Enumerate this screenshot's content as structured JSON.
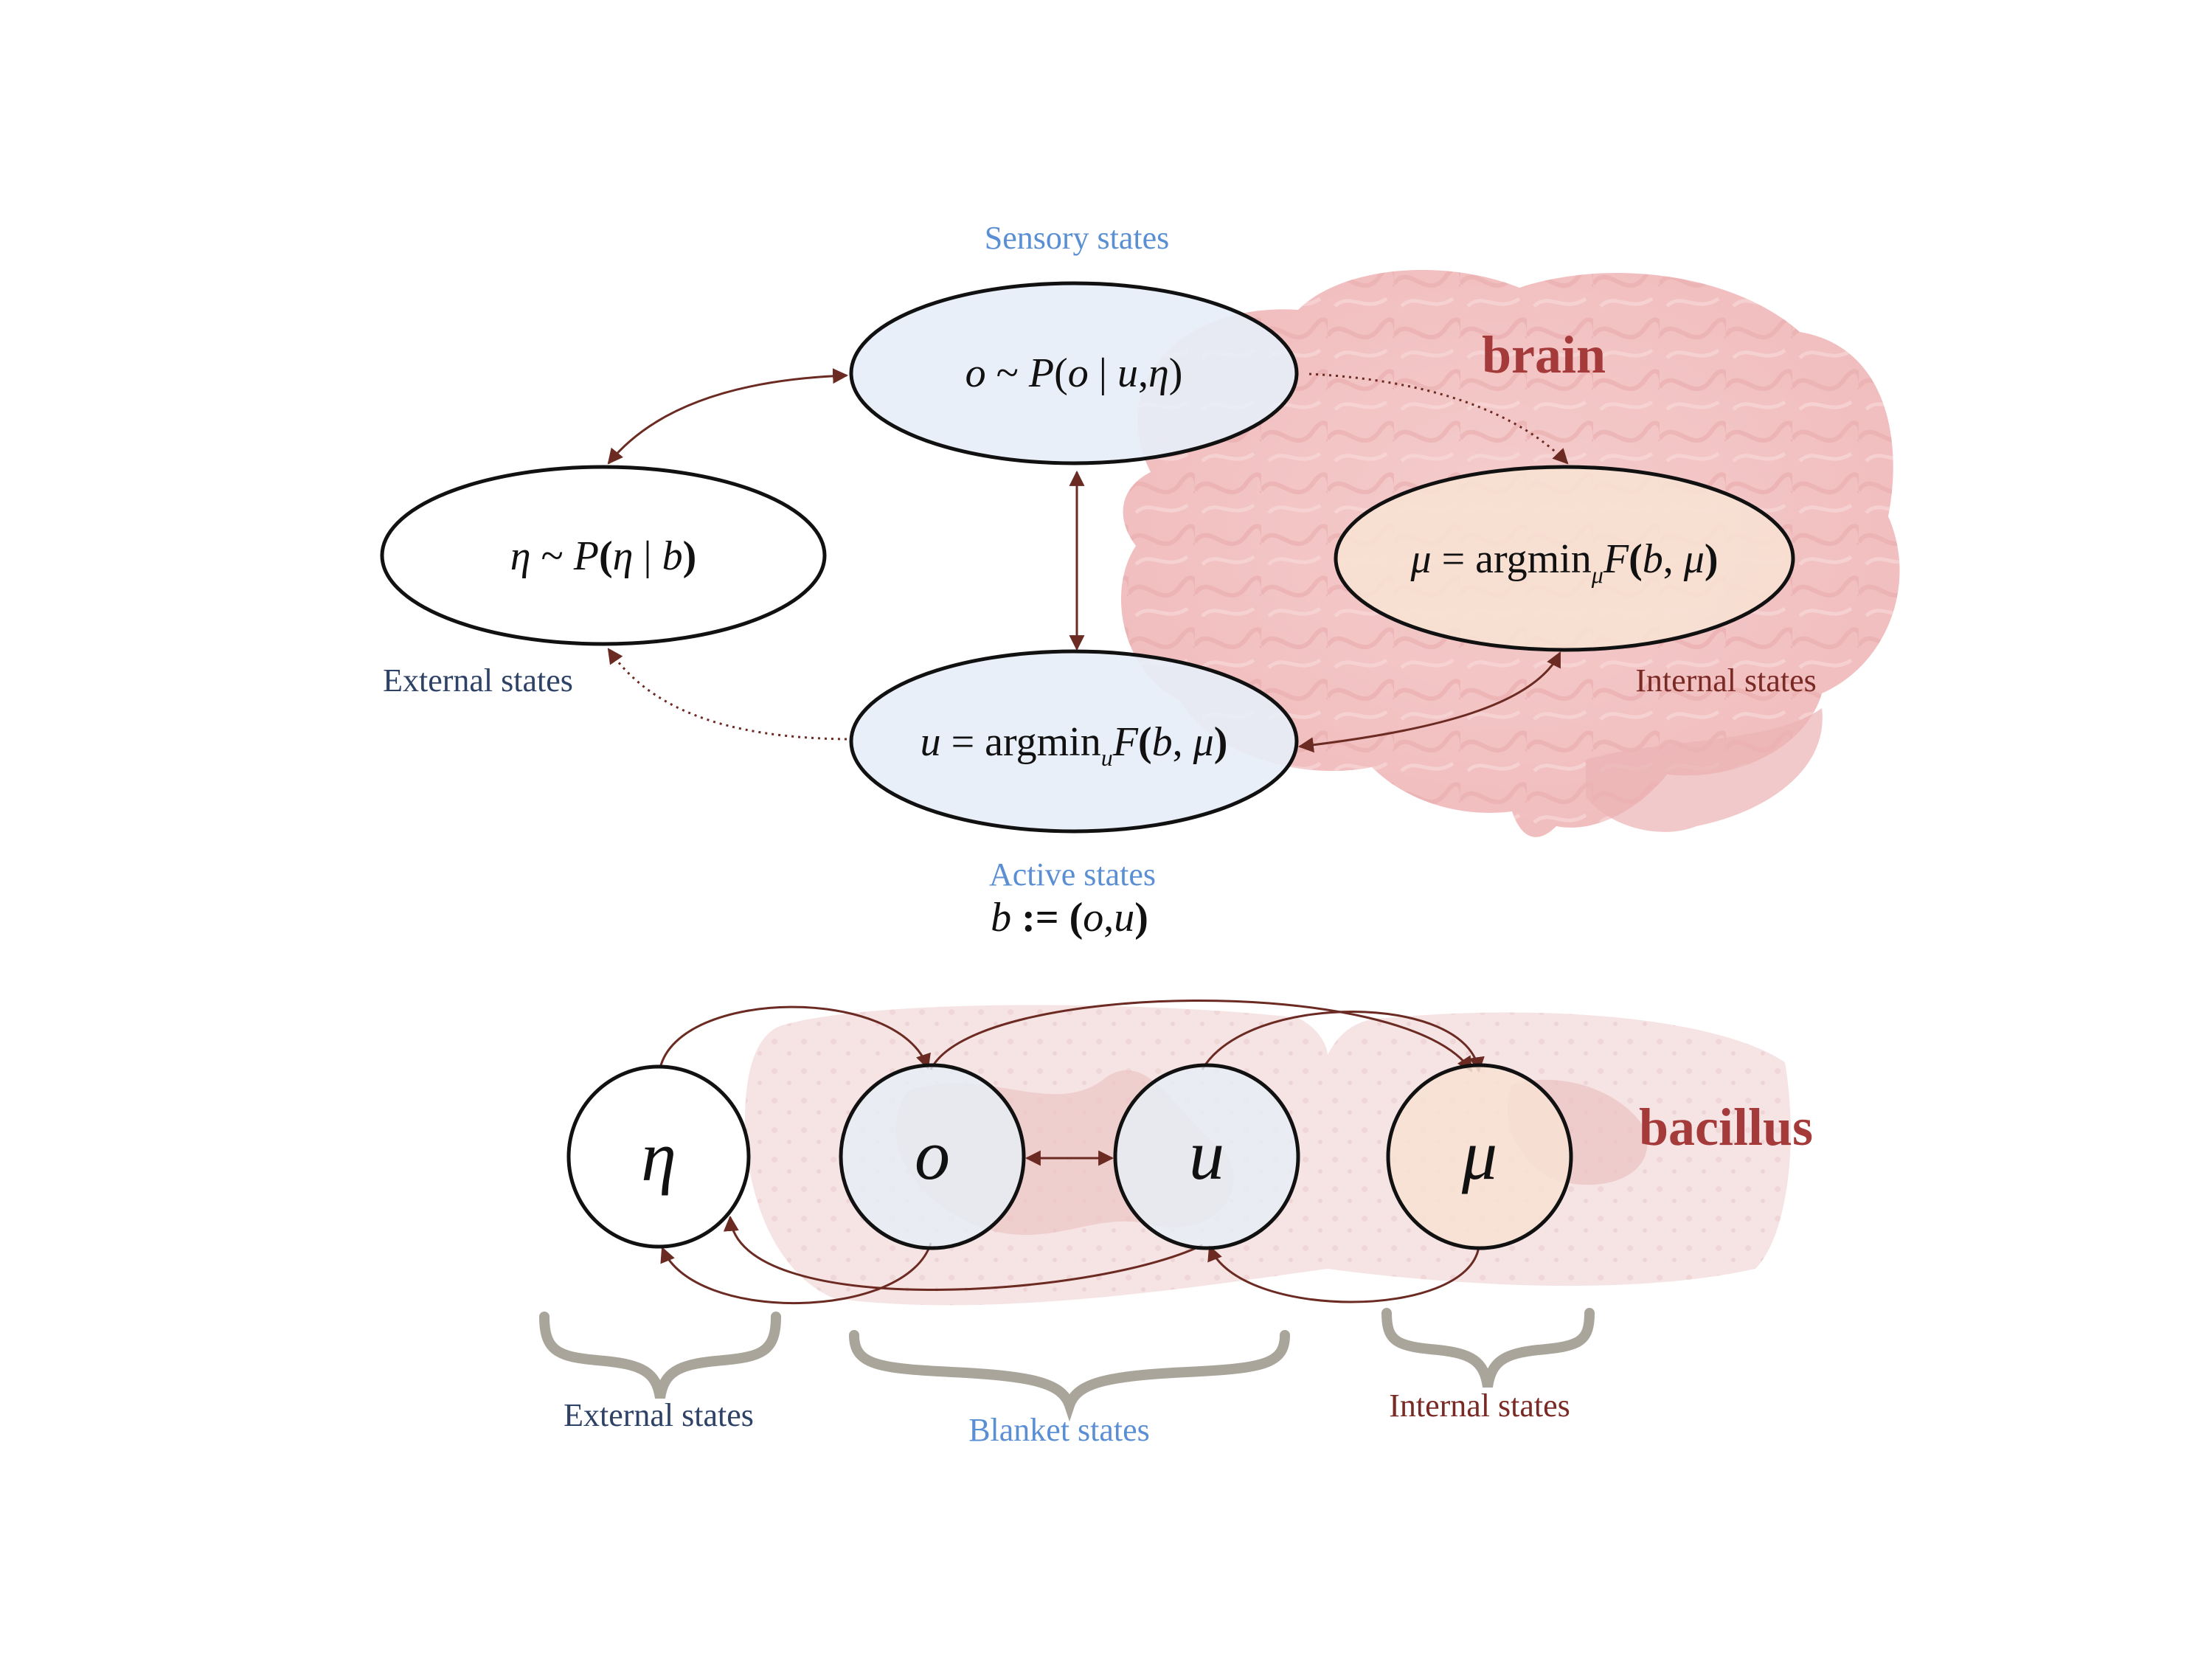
{
  "colors": {
    "arrow": "#6b2a22",
    "sensory_label": "#5b8fd4",
    "external_label": "#2d4266",
    "internal_label": "#7a2a24",
    "brain_text": "#a53a3a",
    "blanket_fill": "#e7eef7",
    "internal_fill": "#f7e1d3",
    "brace": "#a9a59a"
  },
  "top": {
    "brain_label": "brain",
    "sensory_label": "Sensory states",
    "external_label": "External states",
    "internal_label": "Internal states",
    "active_label": "Active states",
    "sensory_eq": {
      "a": "o",
      "b": " ~ ",
      "c": "P",
      "d": "(",
      "e": "o",
      "f": " | ",
      "g": "u",
      "h": ",",
      "i": "η",
      "j": ")"
    },
    "external_eq": {
      "a": "η",
      "b": " ~ ",
      "c": "P",
      "d": "(",
      "e": "η",
      "f": " | ",
      "g": "b",
      "h": ")"
    },
    "internal_eq": {
      "a": "μ",
      "b": " = argmin",
      "c": "μ",
      "d": "F",
      "e": "(",
      "f": "b",
      "g": ", ",
      "h": "μ",
      "i": ")"
    },
    "active_eq": {
      "a": "u",
      "b": " = argmin",
      "c": "u",
      "d": "F",
      "e": "(",
      "f": "b",
      "g": ", ",
      "h": "μ",
      "i": ")"
    },
    "blanket_def": {
      "a": "b",
      "b": " := (",
      "c": "o",
      "d": ",",
      "e": "u",
      "f": ")"
    }
  },
  "bottom": {
    "bacillus_label": "bacillus",
    "nodes": {
      "eta": "η",
      "o": "o",
      "u": "u",
      "mu": "μ"
    },
    "external_label": "External states",
    "blanket_label": "Blanket states",
    "internal_label": "Internal states"
  }
}
